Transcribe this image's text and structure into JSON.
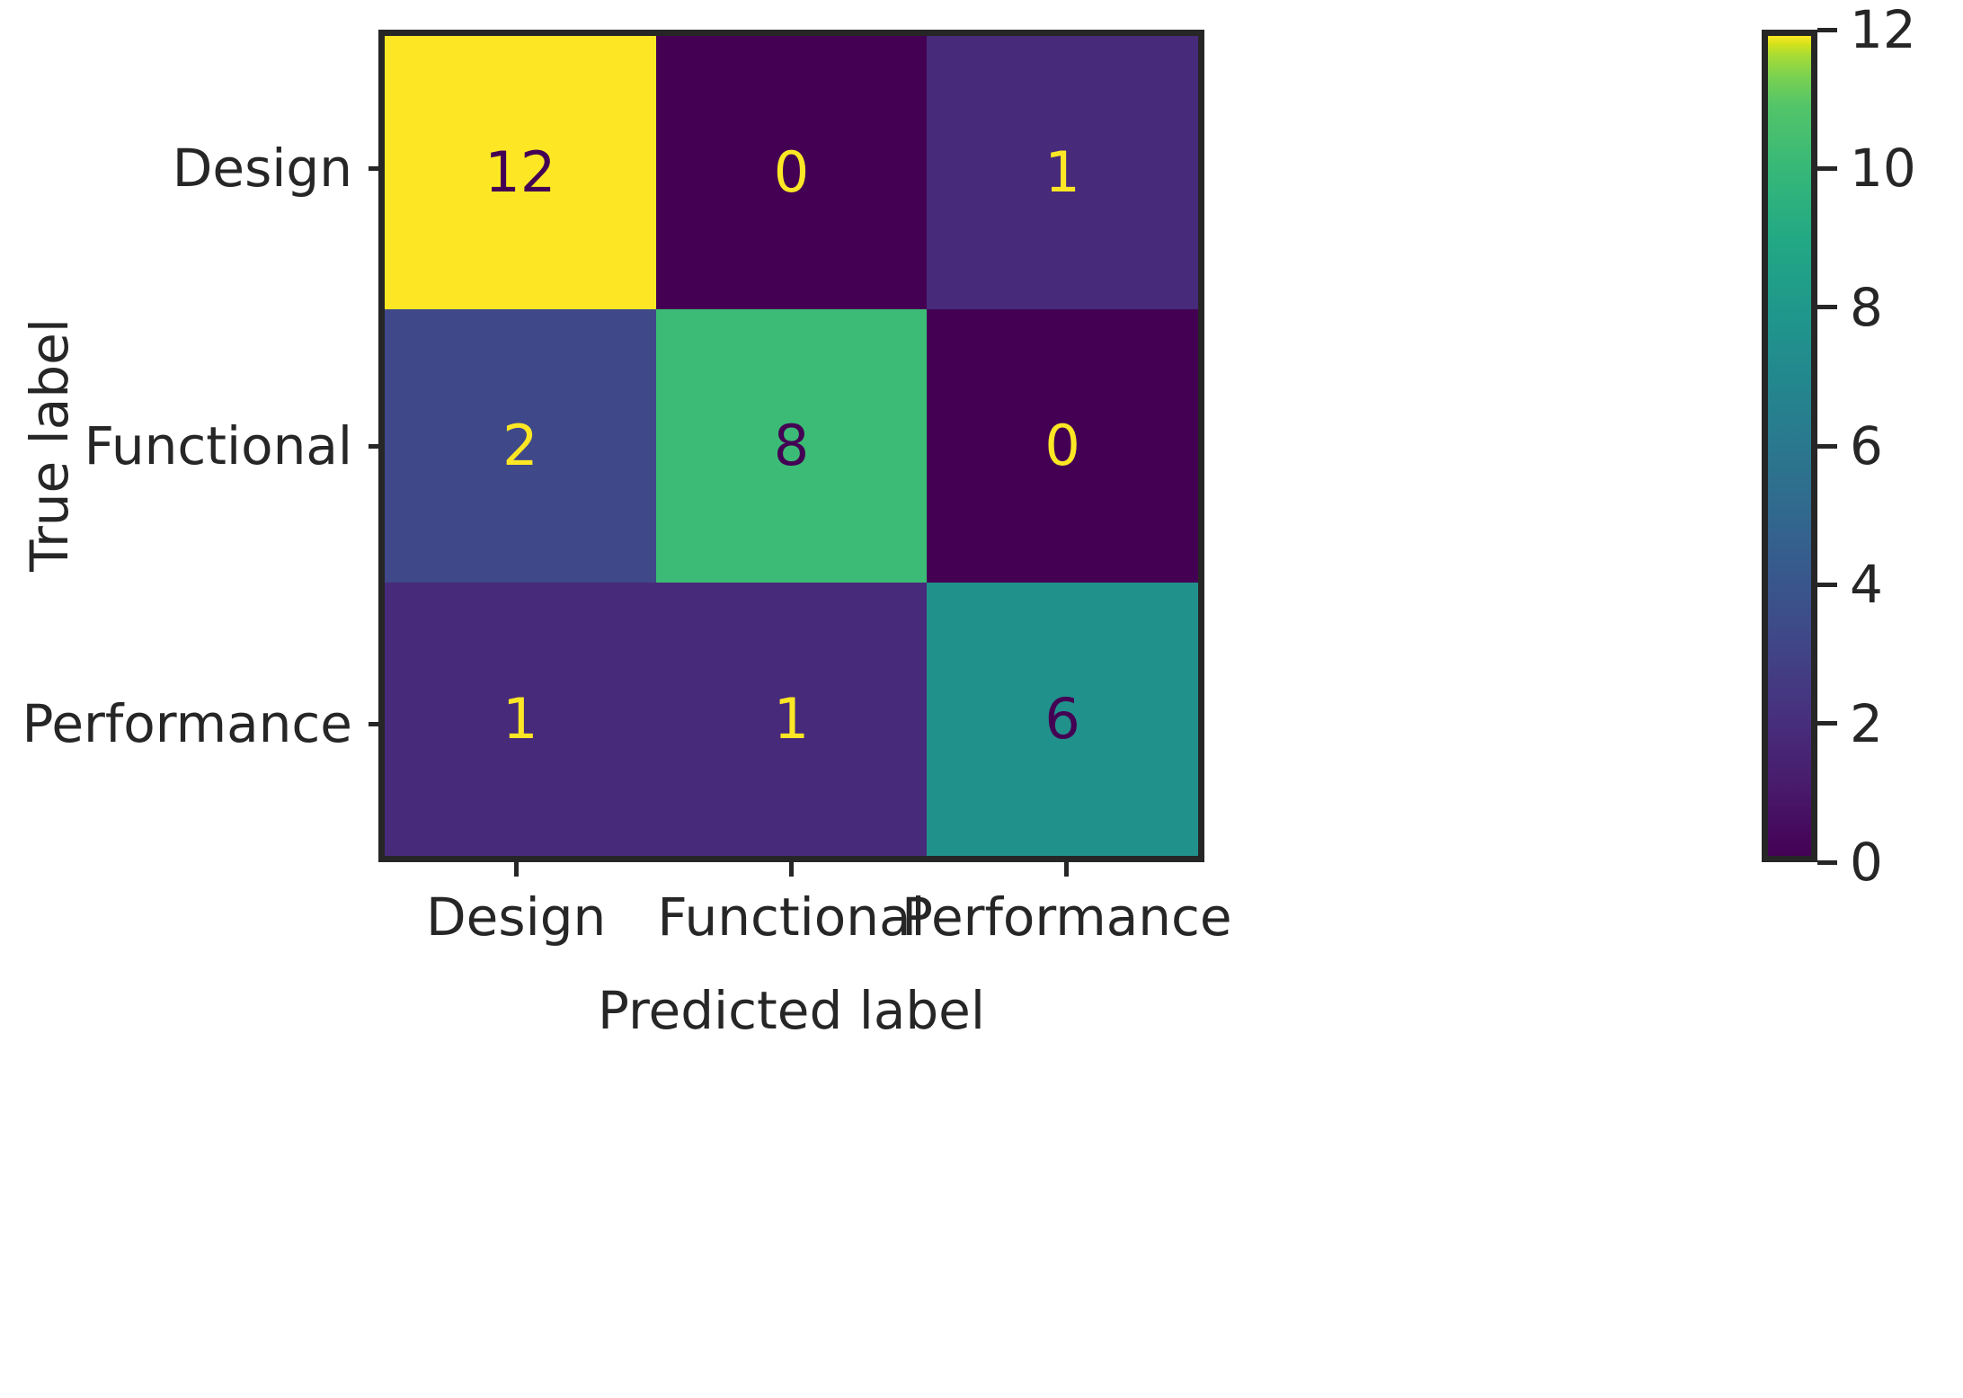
{
  "chart_data": {
    "type": "heatmap",
    "title": "",
    "xlabel": "Predicted label",
    "ylabel": "True label",
    "categories_x": [
      "Design",
      "Functional",
      "Performance"
    ],
    "categories_y": [
      "Design",
      "Functional",
      "Performance"
    ],
    "values": [
      [
        12,
        0,
        1
      ],
      [
        2,
        8,
        0
      ],
      [
        1,
        1,
        6
      ]
    ],
    "cells": [
      {
        "row": 0,
        "col": 0,
        "value": "12",
        "bg": "#fde725",
        "fg": "#440154"
      },
      {
        "row": 0,
        "col": 1,
        "value": "0",
        "bg": "#440154",
        "fg": "#fde725"
      },
      {
        "row": 0,
        "col": 2,
        "value": "1",
        "bg": "#472a7a",
        "fg": "#fde725"
      },
      {
        "row": 1,
        "col": 0,
        "value": "2",
        "bg": "#3f4889",
        "fg": "#fde725"
      },
      {
        "row": 1,
        "col": 1,
        "value": "8",
        "bg": "#3bbb75",
        "fg": "#440154"
      },
      {
        "row": 1,
        "col": 2,
        "value": "0",
        "bg": "#440154",
        "fg": "#fde725"
      },
      {
        "row": 2,
        "col": 0,
        "value": "1",
        "bg": "#472a7a",
        "fg": "#fde725"
      },
      {
        "row": 2,
        "col": 1,
        "value": "1",
        "bg": "#472a7a",
        "fg": "#fde725"
      },
      {
        "row": 2,
        "col": 2,
        "value": "6",
        "bg": "#21918c",
        "fg": "#440154"
      }
    ],
    "colorbar": {
      "vmin": 0,
      "vmax": 12,
      "ticks": [
        "0",
        "2",
        "4",
        "6",
        "8",
        "10",
        "12"
      ],
      "tick_values": [
        0,
        2,
        4,
        6,
        8,
        10,
        12
      ],
      "colormap": "viridis",
      "position": "right",
      "orientation": "vertical"
    },
    "grid": false,
    "axis_color": "#262626",
    "background": "#ffffff"
  }
}
